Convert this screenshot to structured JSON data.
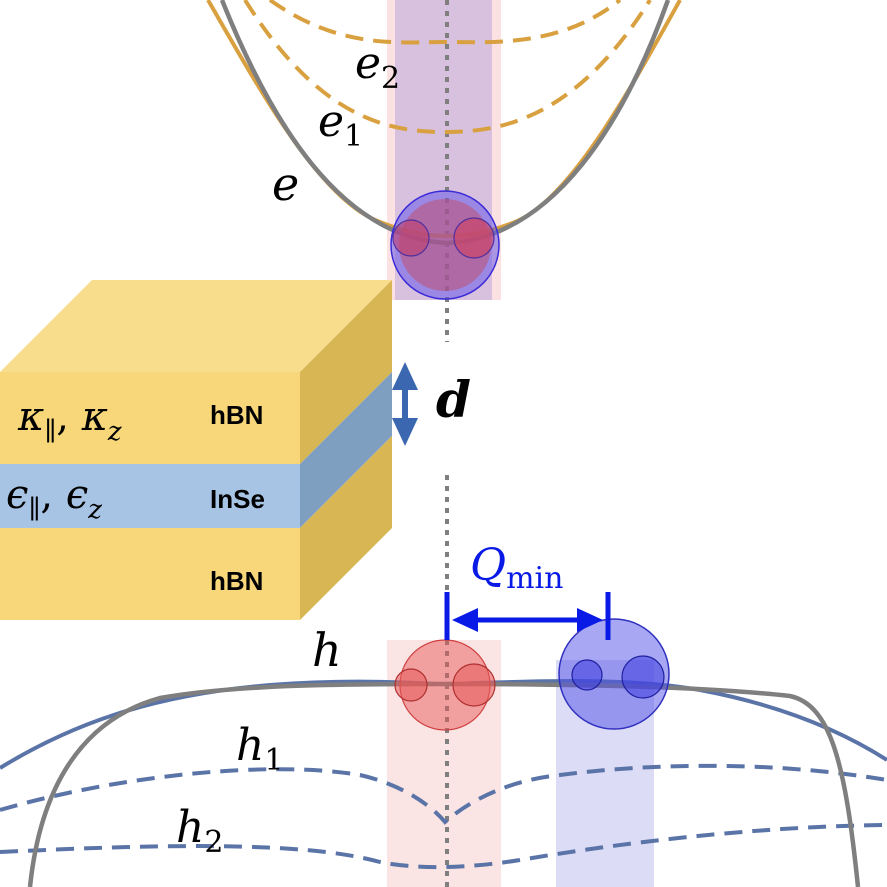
{
  "colors": {
    "gray_band": "#7f7f7f",
    "conduction_sub": "#d9a040",
    "valence_sub": "#5b74a8",
    "red_exciton": "#e85a5a",
    "blue_exciton": "#5050e8",
    "hbn_front": "#f7d77a",
    "hbn_top": "#f8de8c",
    "hbn_side": "#d9b654",
    "inse_front": "#a8c4e4",
    "inse_side": "#7f9fc0",
    "arrow_blue": "#3a67b0",
    "qmin_blue": "#0a1ae6"
  },
  "labels": {
    "e": "e",
    "e1_base": "e",
    "e1_sub": "1",
    "e2_base": "e",
    "e2_sub": "2",
    "h": "h",
    "h1_base": "h",
    "h1_sub": "1",
    "h2_base": "h",
    "h2_sub": "2",
    "d": "d",
    "qmin_base": "Q",
    "qmin_sub": "min"
  },
  "stack": {
    "layers": [
      {
        "name": "hBN",
        "permittivity": "κ∥, κz"
      },
      {
        "name": "InSe",
        "permittivity": "ϵ∥, ϵz"
      },
      {
        "name": "hBN",
        "permittivity": ""
      }
    ],
    "permittivity_hbn": {
      "base1": "κ",
      "sub1": "∥",
      "sep": ", ",
      "base2": "κ",
      "sub2": "z"
    },
    "permittivity_inse": {
      "base1": "ϵ",
      "sub1": "∥",
      "sep": ", ",
      "base2": "ϵ",
      "sub2": "z"
    }
  },
  "icons": [
    "double-arrow-icon",
    "q-min-arrow-icon"
  ]
}
